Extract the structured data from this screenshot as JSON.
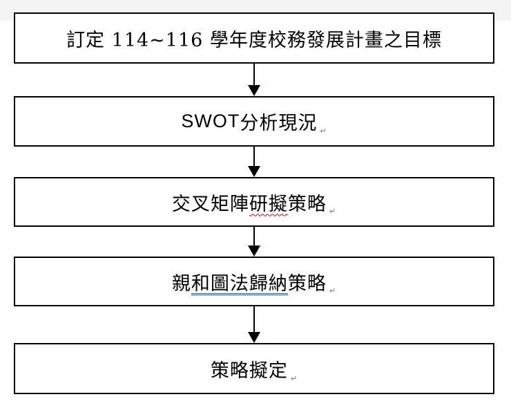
{
  "steps": [
    {
      "label": "訂定 114~116 學年度校務發展計畫之目標"
    },
    {
      "label_latin": "SWOT",
      "label": " 分析現況"
    },
    {
      "label_a": "交叉矩陣",
      "label_b": "研擬",
      "label_c": "策略"
    },
    {
      "label_a": "親",
      "label_b": "和圖法歸納",
      "label_c": "策略"
    },
    {
      "label": "策略擬定"
    }
  ],
  "paragraph_mark": "↵"
}
